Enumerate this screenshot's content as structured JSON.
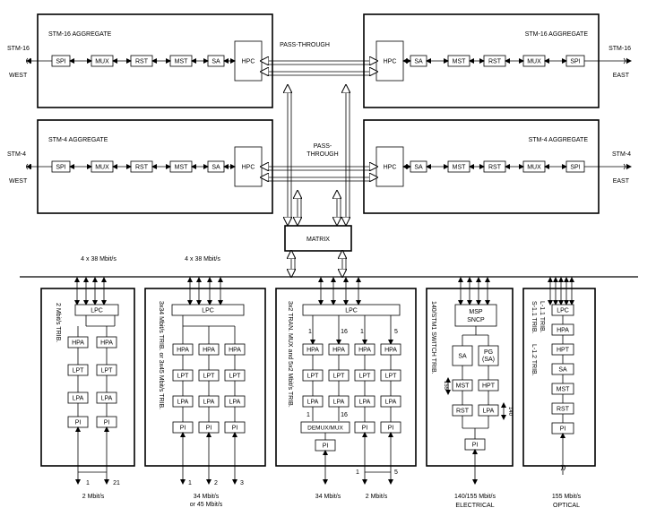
{
  "stm16_agg": {
    "west": {
      "title": "STM-16 AGGREGATE",
      "port": "STM-16",
      "side": "WEST",
      "blocks": [
        "SPI",
        "MUX",
        "RST",
        "MST",
        "SA"
      ],
      "hpc": "HPC"
    },
    "east": {
      "title": "STM-16 AGGREGATE",
      "port": "STM-16",
      "side": "EAST",
      "blocks": [
        "SA",
        "MST",
        "RST",
        "MUX",
        "SPI"
      ],
      "hpc": "HPC"
    }
  },
  "stm4_agg": {
    "west": {
      "title": "STM-4 AGGREGATE",
      "port": "STM-4",
      "side": "WEST",
      "blocks": [
        "SPI",
        "MUX",
        "RST",
        "MST",
        "SA"
      ],
      "hpc": "HPC"
    },
    "east": {
      "title": "STM-4 AGGREGATE",
      "port": "STM-4",
      "side": "EAST",
      "blocks": [
        "SA",
        "MST",
        "RST",
        "MUX",
        "SPI"
      ],
      "hpc": "HPC"
    }
  },
  "pass_through_top": "PASS-THROUGH",
  "pass_through_mid": [
    "PASS-",
    "THROUGH"
  ],
  "matrix": "MATRIX",
  "bus_labels": [
    "4 x 38 Mbit/s",
    "4 x 38 Mbit/s"
  ],
  "tribs": {
    "t1": {
      "vlabel": "2 Mbit/s TRIB.",
      "lpc": "LPC",
      "rows": [
        [
          "HPA",
          "HPA"
        ],
        [
          "LPT",
          "LPT"
        ],
        [
          "LPA",
          "LPA"
        ],
        [
          "PI",
          "PI"
        ]
      ],
      "port_nums": [
        "1",
        "21"
      ],
      "bottom": "2 Mbit/s"
    },
    "t2": {
      "vlabel": "3x34 Mbit/s TRIB. or 3x45 Mbit/s TRIB.",
      "lpc": "LPC",
      "rows": [
        [
          "HPA",
          "HPA",
          "HPA"
        ],
        [
          "LPT",
          "LPT",
          "LPT"
        ],
        [
          "LPA",
          "LPA",
          "LPA"
        ],
        [
          "PI",
          "PI",
          "PI"
        ]
      ],
      "port_nums": [
        "1",
        "2",
        "3"
      ],
      "bottom": [
        "34 Mbit/s",
        "or 45 Mbit/s"
      ]
    },
    "t3": {
      "vlabel": "3x2 TRAN. MUX and 5x2 Mbit/s TRIB.",
      "lpc": "LPC",
      "rows": [
        [
          "HPA",
          "HPA",
          "HPA",
          "HPA"
        ],
        [
          "LPT",
          "LPT",
          "LPT",
          "LPT"
        ],
        [
          "LPA",
          "LPA",
          "LPA",
          "LPA"
        ]
      ],
      "pi_pair": [
        "PI",
        "PI"
      ],
      "demux": "DEMUX/MUX",
      "pi_single": "PI",
      "nums_top": [
        "1",
        "16",
        "1",
        "5"
      ],
      "nums_demux": [
        "1",
        "16"
      ],
      "nums_bottom": [
        "1",
        "5"
      ],
      "bottom_left": "34 Mbit/s",
      "bottom_right": "2 Mbit/s"
    },
    "t4": {
      "vlabel": "140/STM1 SWITCH TRIB.",
      "msp": [
        "MSP",
        "SNCP"
      ],
      "sa": "SA",
      "pg": [
        "PG",
        "(SA)"
      ],
      "mst": "MST",
      "hpt": "HPT",
      "rst": "RST",
      "lpa": "LPA",
      "pi": "PI",
      "side_left": "155",
      "side_right": "140",
      "bottom": [
        "140/155 Mbit/s",
        "ELECTRICAL"
      ]
    },
    "t5": {
      "vlabel": [
        "S-1.1 TRIB.",
        "L-1.1 TRIB.",
        "L-1.2 TRIB."
      ],
      "blocks": [
        "LPC",
        "HPA",
        "HPT",
        "SA",
        "MST",
        "RST",
        "PI"
      ],
      "bottom": [
        "155 Mbit/s",
        "OPTICAL"
      ]
    }
  },
  "icons": {
    "arrow": "arrowhead-icon",
    "fiber": "fiber-connector-icon"
  }
}
